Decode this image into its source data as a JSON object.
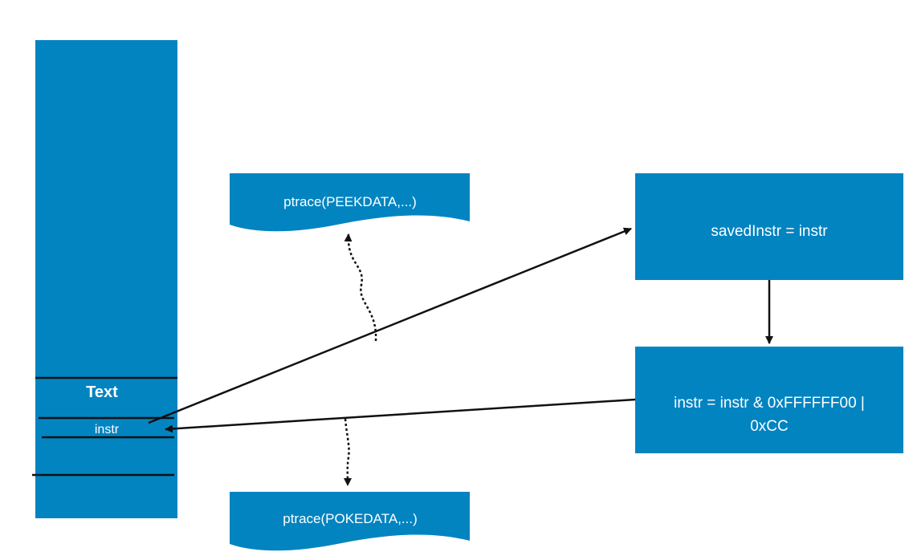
{
  "colors": {
    "box_fill": "#0284C1",
    "line": "#111111"
  },
  "memory": {
    "section_label": "Text",
    "instr_label": "instr"
  },
  "peek_box": {
    "label": "ptrace(PEEKDATA,...)"
  },
  "poke_box": {
    "label": "ptrace(POKEDATA,...)"
  },
  "saved_box": {
    "label": "savedInstr = instr"
  },
  "patch_box": {
    "line1": "instr = instr & 0xFFFFFF00 |",
    "line2": "0xCC"
  }
}
